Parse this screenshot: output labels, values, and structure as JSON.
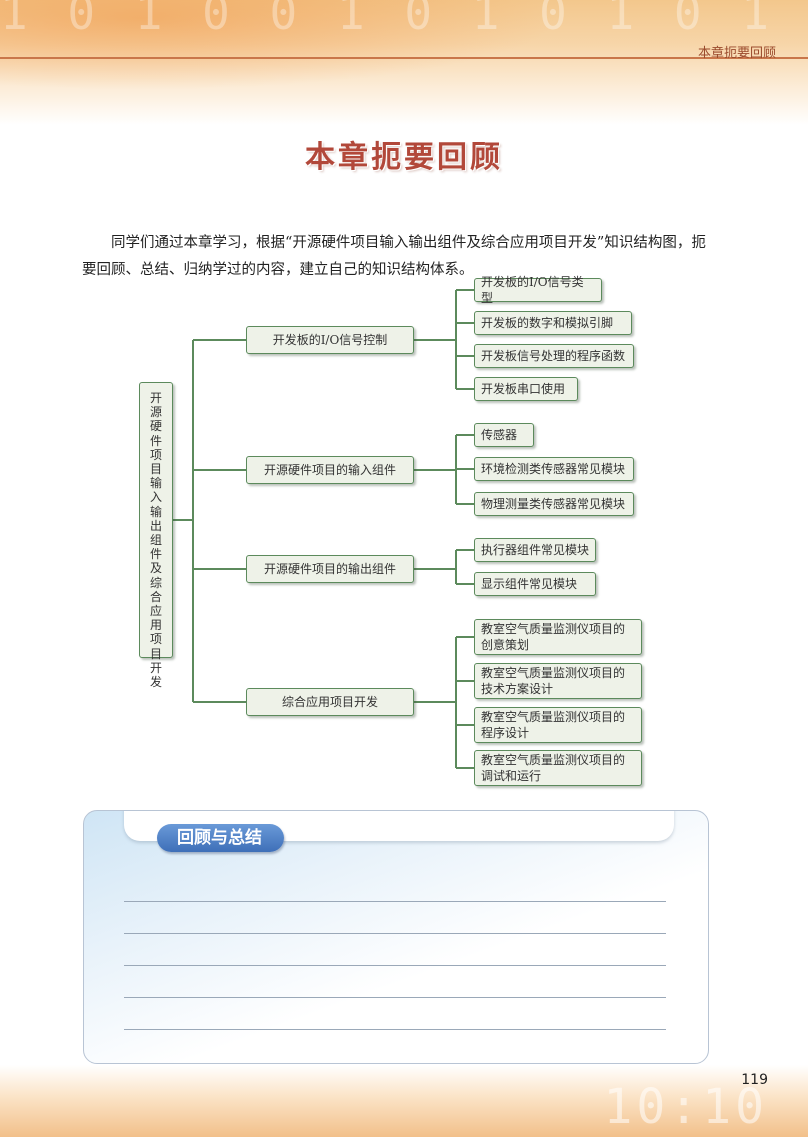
{
  "header": {
    "section_title": "本章扼要回顾"
  },
  "title": "本章扼要回顾",
  "intro": "同学们通过本章学习，根据“开源硬件项目输入输出组件及综合应用项目开发”知识结构图，扼要回顾、总结、归纳学过的内容，建立自己的知识结构体系。",
  "mindmap": {
    "root": "开源硬件项目输入输出组件及综合应用项目开发",
    "branches": [
      {
        "label": "开发板的I/O信号控制",
        "leaves": [
          "开发板的I/O信号类型",
          "开发板的数字和模拟引脚",
          "开发板信号处理的程序函数",
          "开发板串口使用"
        ]
      },
      {
        "label": "开源硬件项目的输入组件",
        "leaves": [
          "传感器",
          "环境检测类传感器常见模块",
          "物理测量类传感器常见模块"
        ]
      },
      {
        "label": "开源硬件项目的输出组件",
        "leaves": [
          "执行器组件常见模块",
          "显示组件常见模块"
        ]
      },
      {
        "label": "综合应用项目开发",
        "leaves": [
          "教室空气质量监测仪项目的创意策划",
          "教室空气质量监测仪项目的技术方案设计",
          "教室空气质量监测仪项目的程序设计",
          "教室空气质量监测仪项目的调试和运行"
        ]
      }
    ]
  },
  "review": {
    "label": "回顾与总结"
  },
  "page_number": "119"
}
